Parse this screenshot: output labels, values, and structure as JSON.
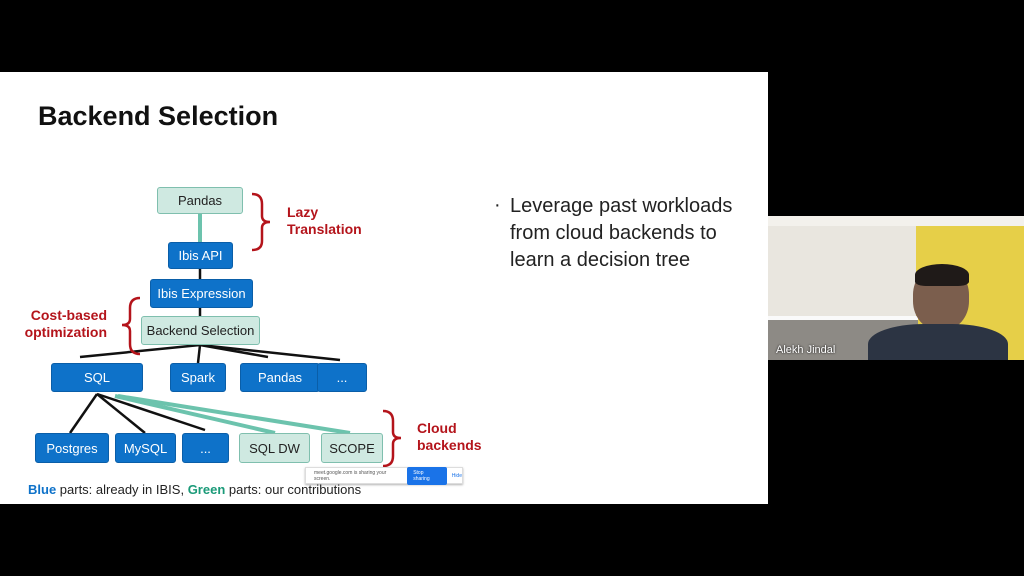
{
  "slide": {
    "title": "Backend Selection",
    "nodes": {
      "pandas_top": "Pandas",
      "ibis_api": "Ibis API",
      "ibis_expr": "Ibis Expression",
      "backend_sel": "Backend Selection",
      "sql": "SQL",
      "spark": "Spark",
      "pandas": "Pandas",
      "more1": "...",
      "postgres": "Postgres",
      "mysql": "MySQL",
      "more2": "...",
      "sqldw": "SQL DW",
      "scope": "SCOPE"
    },
    "labels": {
      "lazy": "Lazy",
      "translation": "Translation",
      "cost": "Cost-based",
      "optimization": "optimization",
      "cloud": "Cloud",
      "backends": "backends"
    },
    "bullet": "Leverage past workloads from cloud backends to learn a decision tree",
    "caption": {
      "blue": "Blue",
      "blue_rest": " parts: already in IBIS, ",
      "green": "Green",
      "green_rest": " parts: our contributions"
    },
    "colors": {
      "blue": "#0e72c9",
      "green": "#cfe9e1",
      "red": "#b4141b"
    }
  },
  "share_bar": {
    "message": "meet.google.com is sharing your screen.",
    "stop": "Stop sharing",
    "hide": "Hide"
  },
  "video": {
    "participant": "Alekh Jindal"
  }
}
